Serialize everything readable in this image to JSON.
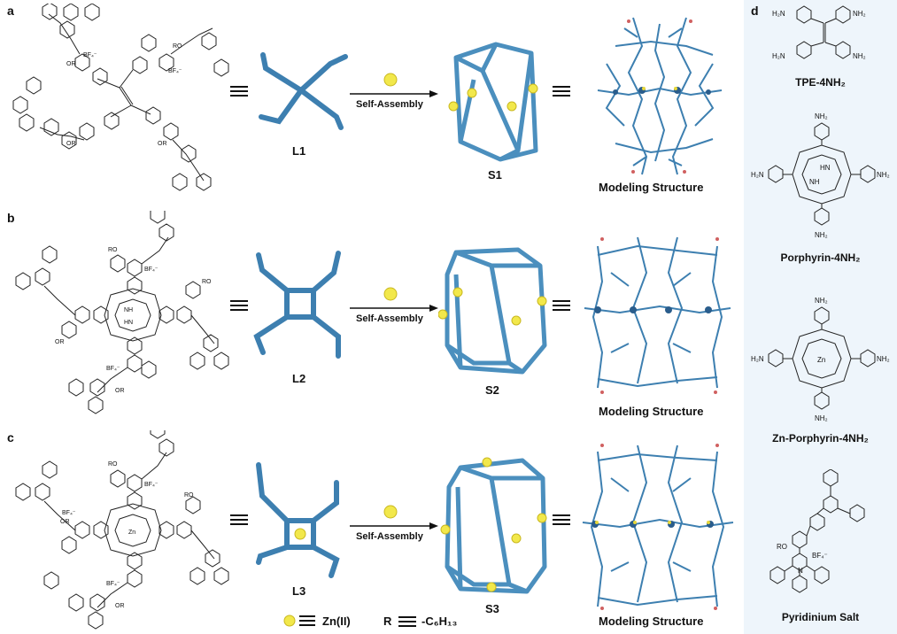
{
  "panels": {
    "a": {
      "letter": "a",
      "ligand": "L1",
      "cage": "S1",
      "arrow_label": "Self-Assembly",
      "model_label": "Modeling Structure"
    },
    "b": {
      "letter": "b",
      "ligand": "L2",
      "cage": "S2",
      "arrow_label": "Self-Assembly",
      "model_label": "Modeling Structure"
    },
    "c": {
      "letter": "c",
      "ligand": "L3",
      "cage": "S3",
      "arrow_label": "Self-Assembly",
      "model_label": "Modeling Structure"
    }
  },
  "panel_d": {
    "letter": "d",
    "compounds": [
      {
        "name": "TPE-4NH₂"
      },
      {
        "name": "Porphyrin-4NH₂"
      },
      {
        "name": "Zn-Porphyrin-4NH₂"
      },
      {
        "name": "Pyridinium Salt"
      }
    ]
  },
  "legend": {
    "zn_label": "Zn(II)",
    "r_symbol": "R",
    "r_value": "-C₆H₁₃"
  },
  "chem_labels": {
    "bf4": "BF₄⁻",
    "or": "OR",
    "ro": "RO",
    "nh2": "NH₂",
    "h2n": "H₂N",
    "nh": "NH",
    "hn": "HN",
    "zn": "Zn",
    "n": "N"
  },
  "colors": {
    "ligand_blue": "#3d7fb0",
    "cage_blue": "#4b8fbe",
    "zn_yellow": "#f2e84b",
    "panel_d_bg": "#eef5fb"
  }
}
